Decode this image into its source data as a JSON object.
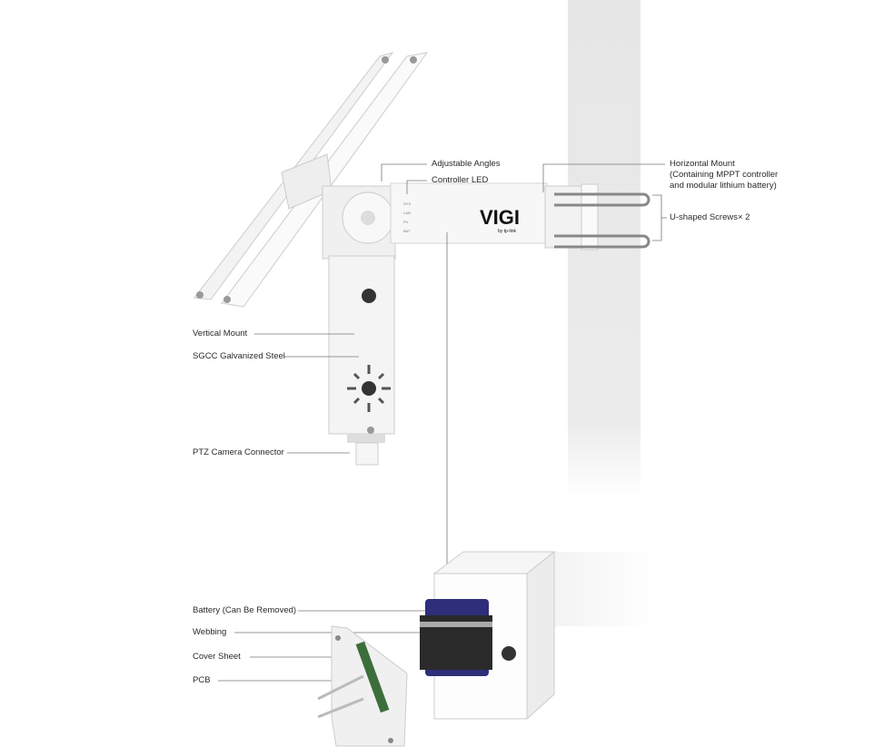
{
  "labels": {
    "adjustable_angles": "Adjustable Angles",
    "controller_led": "Controller LED",
    "horizontal_mount": [
      "Horizontal Mount",
      "(Containing MPPT controller",
      "and modular lithium battery)"
    ],
    "u_screws": "U-shaped Screws× 2",
    "vertical_mount": "Vertical Mount",
    "steel": "SGCC Galvanized Steel",
    "ptz": "PTZ Camera Connector",
    "battery": "Battery (Can Be Removed)",
    "webbing": "Webbing",
    "cover_sheet": "Cover Sheet",
    "pcb": "PCB"
  },
  "product": {
    "brand": "VIGI",
    "sub_brand": "by tp-link",
    "led_labels": [
      "SYS",
      "LAN",
      "PV",
      "BAT"
    ]
  }
}
